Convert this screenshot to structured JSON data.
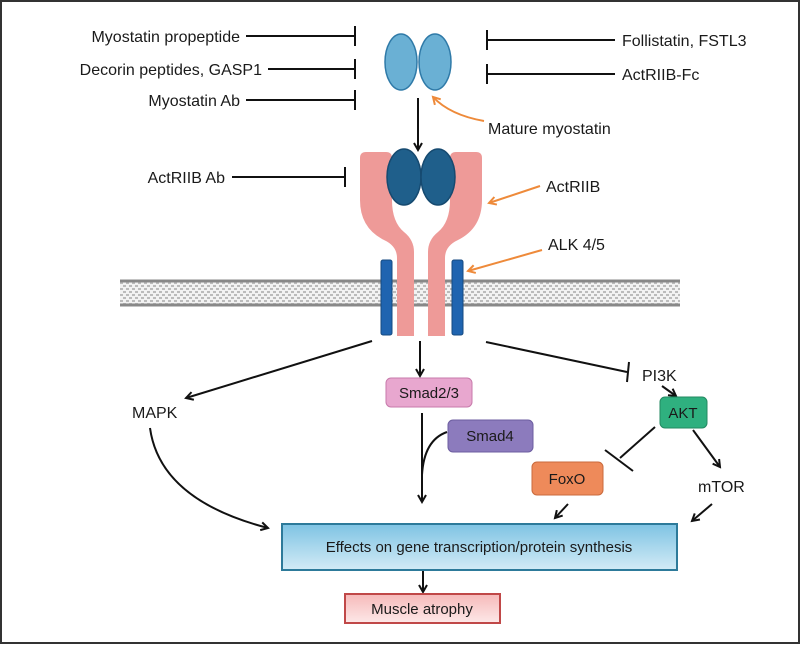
{
  "inhibitors_left": [
    "Myostatin propeptide",
    "Decorin peptides, GASP1",
    "Myostatin Ab"
  ],
  "inhibitors_right": [
    "Follistatin, FSTL3",
    "ActRIIB-Fc"
  ],
  "ligand_label": "Mature myostatin",
  "receptor_antibody": "ActRIIB Ab",
  "receptor_label": "ActRIIB",
  "coreceptor_label": "ALK 4/5",
  "nodes": {
    "mapk": "MAPK",
    "smad23": "Smad2/3",
    "smad4": "Smad4",
    "pi3k": "PI3K",
    "akt": "AKT",
    "foxo": "FoxO",
    "mtor": "mTOR",
    "effects": "Effects on gene transcription/protein synthesis",
    "atrophy": "Muscle atrophy"
  },
  "colors": {
    "ligand": "#6ab0d4",
    "bound_ligand": "#1f5f8b",
    "receptor": "#ee9a98",
    "alk": "#1f64b0",
    "smad23": "#e8a7cf",
    "smad4": "#8c7bbd",
    "akt": "#2fb07f",
    "foxo": "#ee8a5a",
    "pointer": "#ee8a3a"
  }
}
